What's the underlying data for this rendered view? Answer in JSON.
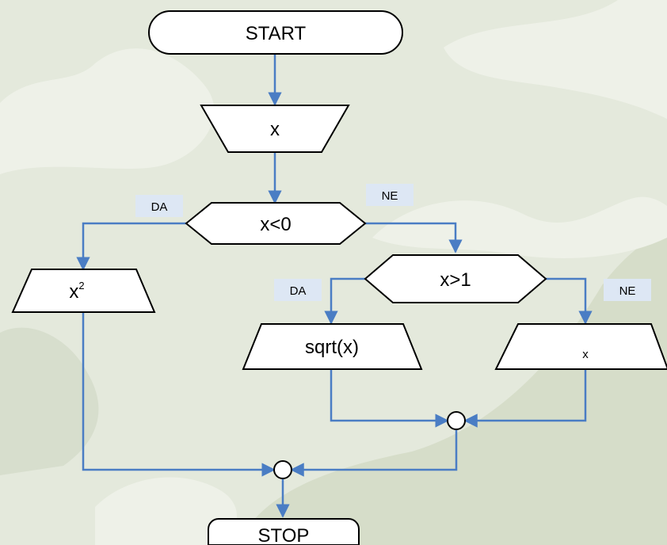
{
  "nodes": {
    "start": "START",
    "input": "x",
    "cond1": "x<0",
    "cond2": "x>1",
    "out_square_base": "x",
    "out_square_exp": "2",
    "out_sqrt": "sqrt(x)",
    "out_x": "x",
    "stop": "STOP"
  },
  "branches": {
    "cond1_yes": "DA",
    "cond1_no": "NE",
    "cond2_yes": "DA",
    "cond2_no": "NE"
  },
  "colors": {
    "arrow": "#4a7dc4",
    "label_bg": "#dde7f4",
    "background": "#e4e9dc"
  }
}
